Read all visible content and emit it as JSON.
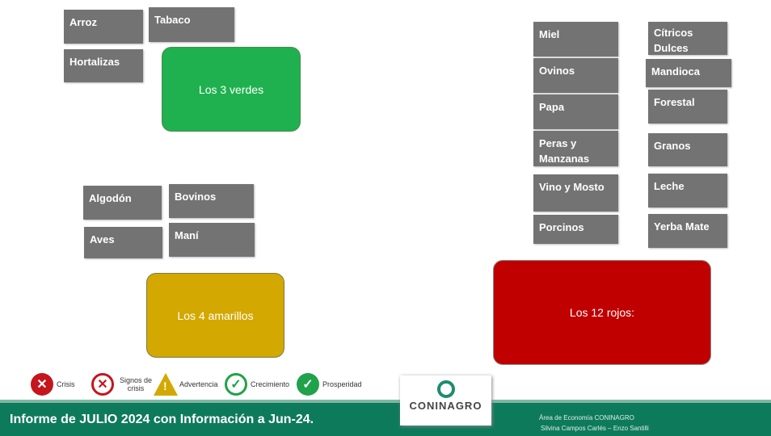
{
  "left_boxes": [
    "Arroz",
    "Tabaco",
    "Hortalizas",
    "Algodón",
    "Bovinos",
    "Aves",
    "Maní"
  ],
  "groups": {
    "green": "Los 3 verdes",
    "yellow": "Los 4 amarillos",
    "red": "Los 12 rojos:"
  },
  "right_boxes": [
    "Miel",
    "Ovinos",
    "Papa",
    "Peras y Manzanas",
    "Vino y Mosto",
    "Porcinos",
    "Cítricos Dulces",
    "Mandioca",
    "Forestal",
    "Granos",
    "Leche",
    "Yerba Mate"
  ],
  "legend": [
    "Crisis",
    "Signos de crisis",
    "Advertencia",
    "Crecimiento",
    "Prosperidad"
  ],
  "footer": {
    "title": "Informe de JULIO 2024 con Información a Jun-24.",
    "area": "Área de Economía CONINAGRO",
    "authors": "Silvina Campos Carlés – Enzo Santilli",
    "logo": "CONINAGRO"
  },
  "colors": {
    "green": "#1fb14f",
    "yellow": "#d3a800",
    "red": "#c00000",
    "band": "#0e7a5c"
  }
}
